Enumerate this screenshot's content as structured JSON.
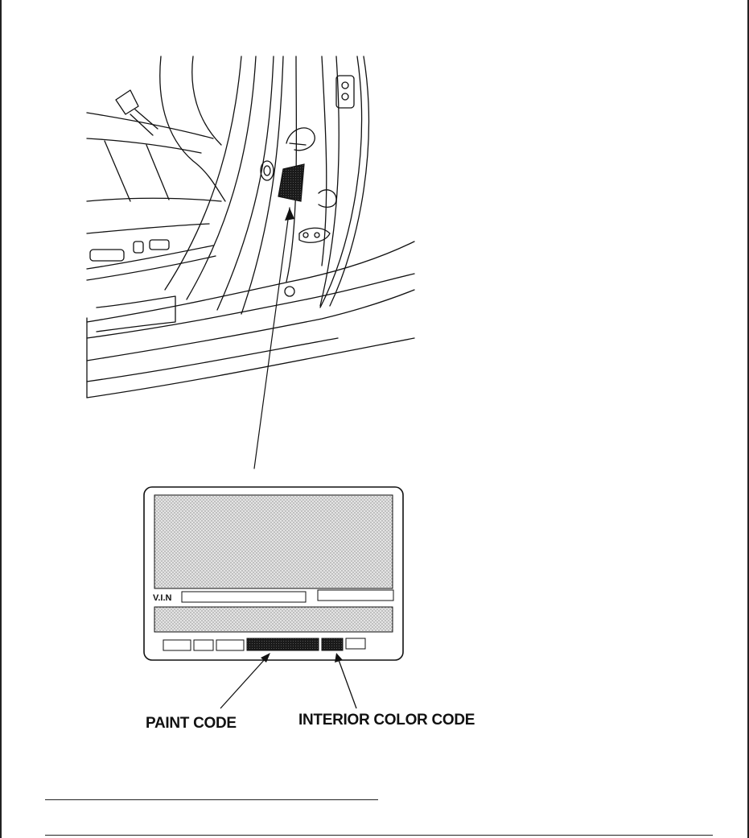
{
  "callouts": {
    "paint_code": "PAINT CODE",
    "interior_color_code": "INTERIOR COLOR CODE"
  },
  "label_plate": {
    "vin_label": "V.I.N"
  },
  "colors": {
    "ink": "#111111",
    "screen_tone": "#d9d9d9",
    "highlight": "#1a1a1a"
  }
}
